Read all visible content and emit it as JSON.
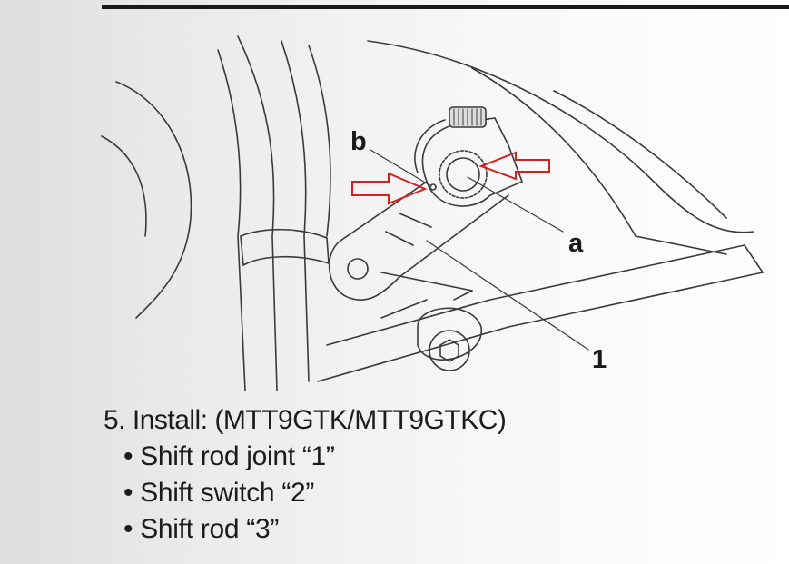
{
  "figure": {
    "labels": {
      "a": "a",
      "b": "b",
      "one": "1"
    },
    "arrow_color": "#d42020"
  },
  "instruction": {
    "step": "5.  Install: (MTT9GTK/MTT9GTKC)",
    "items": [
      "Shift rod joint “1”",
      "Shift switch “2”",
      "Shift rod “3”"
    ]
  }
}
